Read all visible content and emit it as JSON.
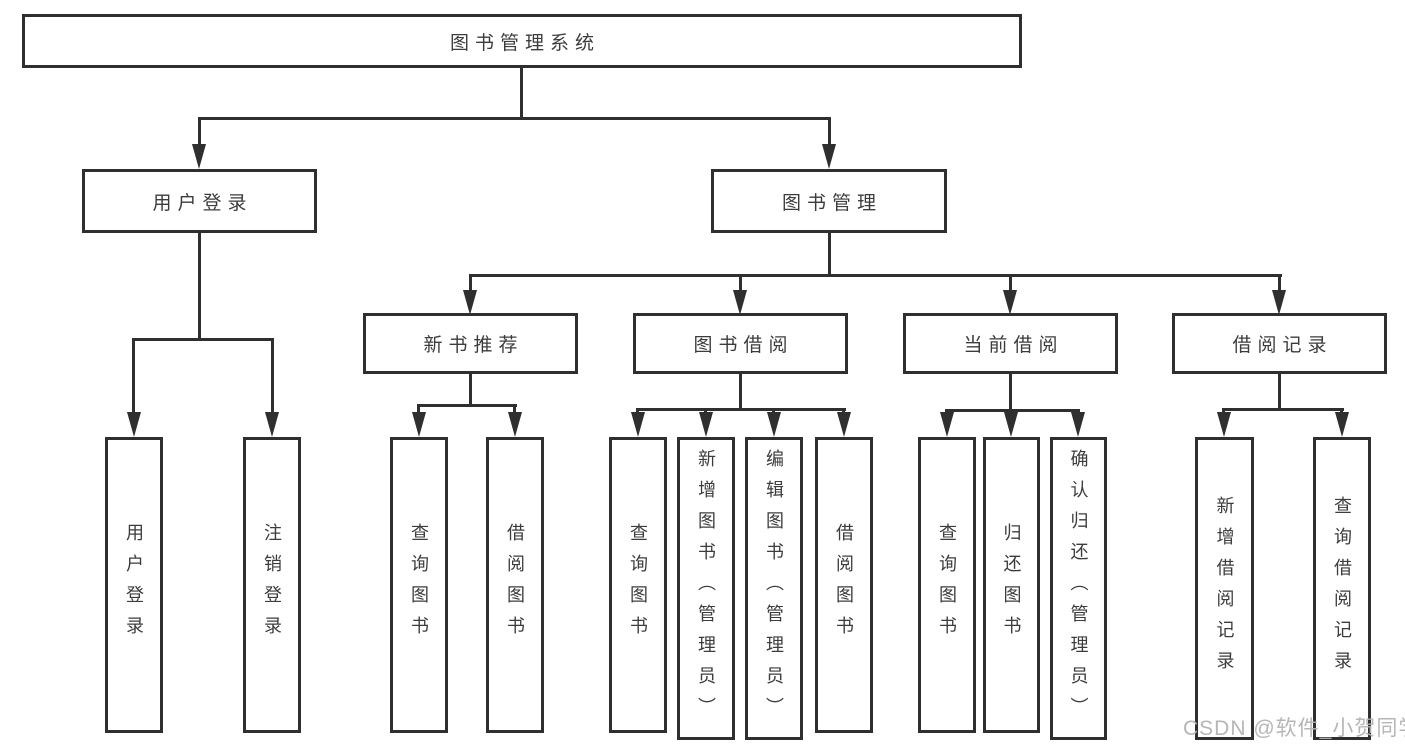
{
  "title": "图书管理系统",
  "nodes": {
    "root": "图书管理系统",
    "user_login": "用户登录",
    "book_management": "图书管理",
    "new_book_recommend": "新书推荐",
    "book_borrowing": "图书借阅",
    "current_borrowing": "当前借阅",
    "borrowing_records": "借阅记录"
  },
  "leaves": {
    "user_login_child_1": "用户登录",
    "user_login_child_2": "注销登录",
    "recommend_child_1": "查询图书",
    "recommend_child_2": "借阅图书",
    "borrowing_child_1": "查询图书",
    "borrowing_child_2": "新增图书（管理员）",
    "borrowing_child_3": "编辑图书（管理员）",
    "borrowing_child_4": "借阅图书",
    "current_child_1": "查询图书",
    "current_child_2": "归还图书",
    "current_child_3": "确认归还（管理员）",
    "records_child_1": "新增借阅记录",
    "records_child_2": "查询借阅记录"
  },
  "watermark": "CSDN @软件_小贺同学",
  "colors": {
    "line": "#2f2f2f",
    "text": "#3c3c3c",
    "watermark": "#b3b3b3",
    "background": "#ffffff"
  }
}
